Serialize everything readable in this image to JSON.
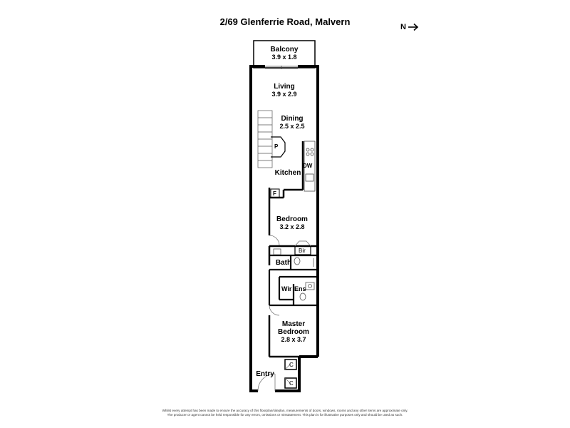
{
  "title": "2/69 Glenferrie Road, Malvern",
  "north_label": "N",
  "icons": {
    "north": "arrow-right-icon"
  },
  "rooms": {
    "balcony": {
      "name": "Balcony",
      "dims": "3.9 x 1.8"
    },
    "living": {
      "name": "Living",
      "dims": "3.9 x 2.9"
    },
    "dining": {
      "name": "Dining",
      "dims": "2.5 x 2.5"
    },
    "kitchen": {
      "name": "Kitchen"
    },
    "bedroom": {
      "name": "Bedroom",
      "dims": "3.2 x 2.8"
    },
    "bath": {
      "name": "Bath"
    },
    "wir": {
      "name": "Wir"
    },
    "ens": {
      "name": "Ens"
    },
    "master": {
      "name_line1": "Master",
      "name_line2": "Bedroom",
      "dims": "2.8 x 3.7"
    },
    "entry": {
      "name": "Entry"
    }
  },
  "fixtures": {
    "pantry": "P",
    "dishwasher": "DW",
    "fridge": "F",
    "bir": "Bir",
    "cupboard_1": "C",
    "cupboard_2": "C"
  },
  "disclaimer": {
    "line1": "Whilst every attempt has been made to ensure the accuracy of this floorplan/siteplan, measurements of doors, windows, rooms and any other items are approximate only.",
    "line2": "The producer or agent cannot be held responsible for any errors, omissions or misstatement. This plan is for illustrative purposes only and should be used as such."
  },
  "colors": {
    "wall": "#000000",
    "background": "#ffffff",
    "fixture_line": "#555555"
  }
}
